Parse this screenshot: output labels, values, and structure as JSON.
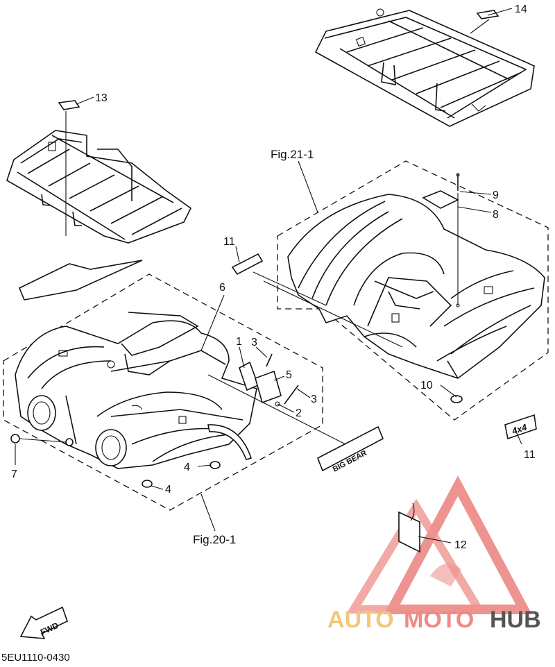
{
  "diagram_code": "5EU1110-0430",
  "fig_refs": {
    "rear": "Fig.21-1",
    "front": "Fig.20-1"
  },
  "callouts": [
    {
      "id": "c14",
      "label": "14"
    },
    {
      "id": "c13",
      "label": "13"
    },
    {
      "id": "c9",
      "label": "9"
    },
    {
      "id": "c8",
      "label": "8"
    },
    {
      "id": "c11a",
      "label": "11"
    },
    {
      "id": "c6",
      "label": "6"
    },
    {
      "id": "c1",
      "label": "1"
    },
    {
      "id": "c3a",
      "label": "3"
    },
    {
      "id": "c5",
      "label": "5"
    },
    {
      "id": "c3b",
      "label": "3"
    },
    {
      "id": "c2",
      "label": "2"
    },
    {
      "id": "c10",
      "label": "10"
    },
    {
      "id": "c11b",
      "label": "11"
    },
    {
      "id": "c7",
      "label": "7"
    },
    {
      "id": "c4a",
      "label": "4"
    },
    {
      "id": "c4b",
      "label": "4"
    },
    {
      "id": "c12",
      "label": "12"
    }
  ],
  "fwd_label": "FWD",
  "emblem_text": "4x4",
  "side_label": "BIG BEAR",
  "watermark": {
    "part1": "AUTO",
    "part2": "MOTO",
    "part3": "HUB",
    "color1": "#f2c77a",
    "color2": "#ee8a86",
    "color3": "#555555",
    "triangle_color": "#e8706b"
  }
}
